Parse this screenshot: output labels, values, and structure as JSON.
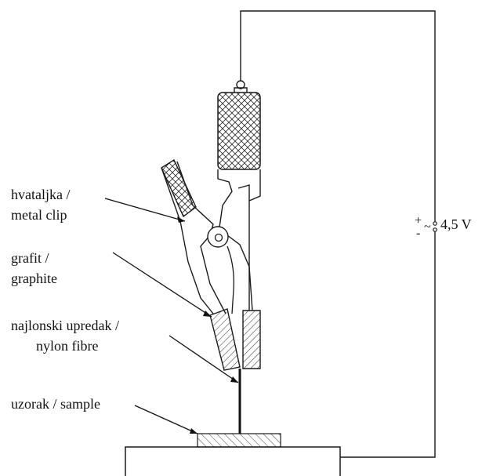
{
  "labels": {
    "clip_line1": "hvataljka /",
    "clip_line2": "metal clip",
    "graphite_line1": "grafit /",
    "graphite_line2": "graphite",
    "nylon_line1": "najlonski upredak /",
    "nylon_line2": "nylon fibre",
    "sample": "uzorak / sample"
  },
  "power_source": {
    "plus": "+",
    "minus": "-",
    "ac_symbol": "~",
    "voltage": "4,5 V"
  }
}
